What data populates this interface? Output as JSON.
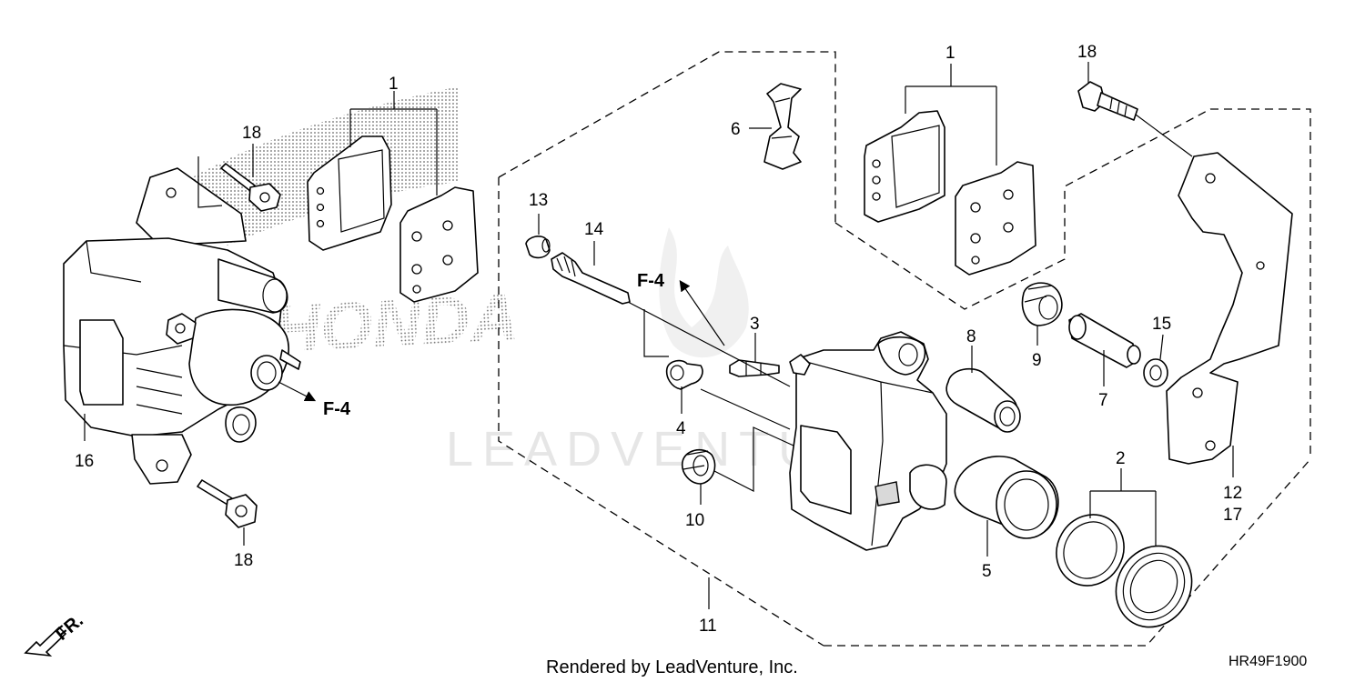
{
  "diagram": {
    "callouts": {
      "left_pad_1": "1",
      "left_bolt_top_18": "18",
      "left_caliper_16": "16",
      "left_bolt_bottom_18": "18",
      "right_pad_1": "1",
      "clip_6": "6",
      "bolt_18": "18",
      "cap_13": "13",
      "pin_14": "14",
      "bleeder_3": "3",
      "cap_4": "4",
      "boot_10": "10",
      "caliper_11": "11",
      "sleeve_8": "8",
      "piston_5": "5",
      "seals_2": "2",
      "boot_9": "9",
      "pin_7": "7",
      "washer_15": "15",
      "bracket_12": "12",
      "bracket_17": "17"
    },
    "reference_left": "F-4",
    "reference_center": "F-4",
    "front_marker": "FR.",
    "logo_watermark": "HONDA",
    "watermark": "LEADVENTURE",
    "footer_text": "Rendered by LeadVenture, Inc.",
    "diagram_code": "HR49F1900"
  }
}
